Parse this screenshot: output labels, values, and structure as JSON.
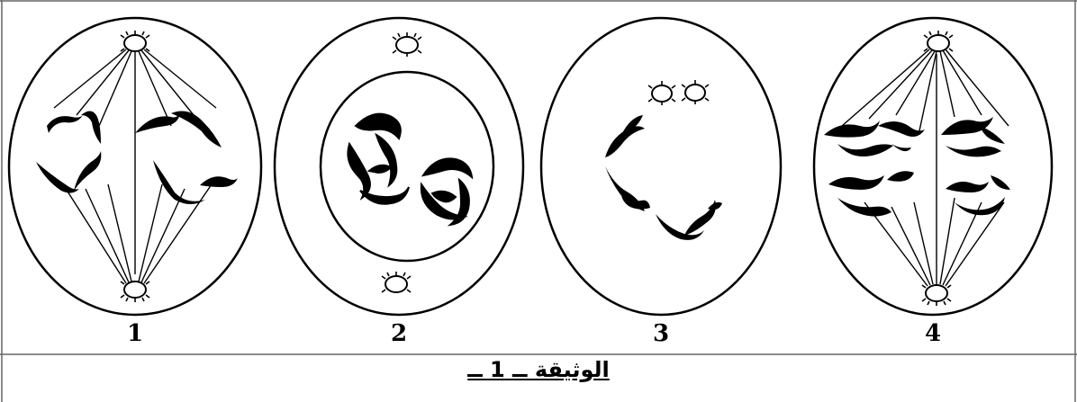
{
  "figure": {
    "cells": [
      {
        "number": "1"
      },
      {
        "number": "2"
      },
      {
        "number": "3"
      },
      {
        "number": "4"
      }
    ],
    "caption": "الوثيقة ــ 1 ــ"
  }
}
